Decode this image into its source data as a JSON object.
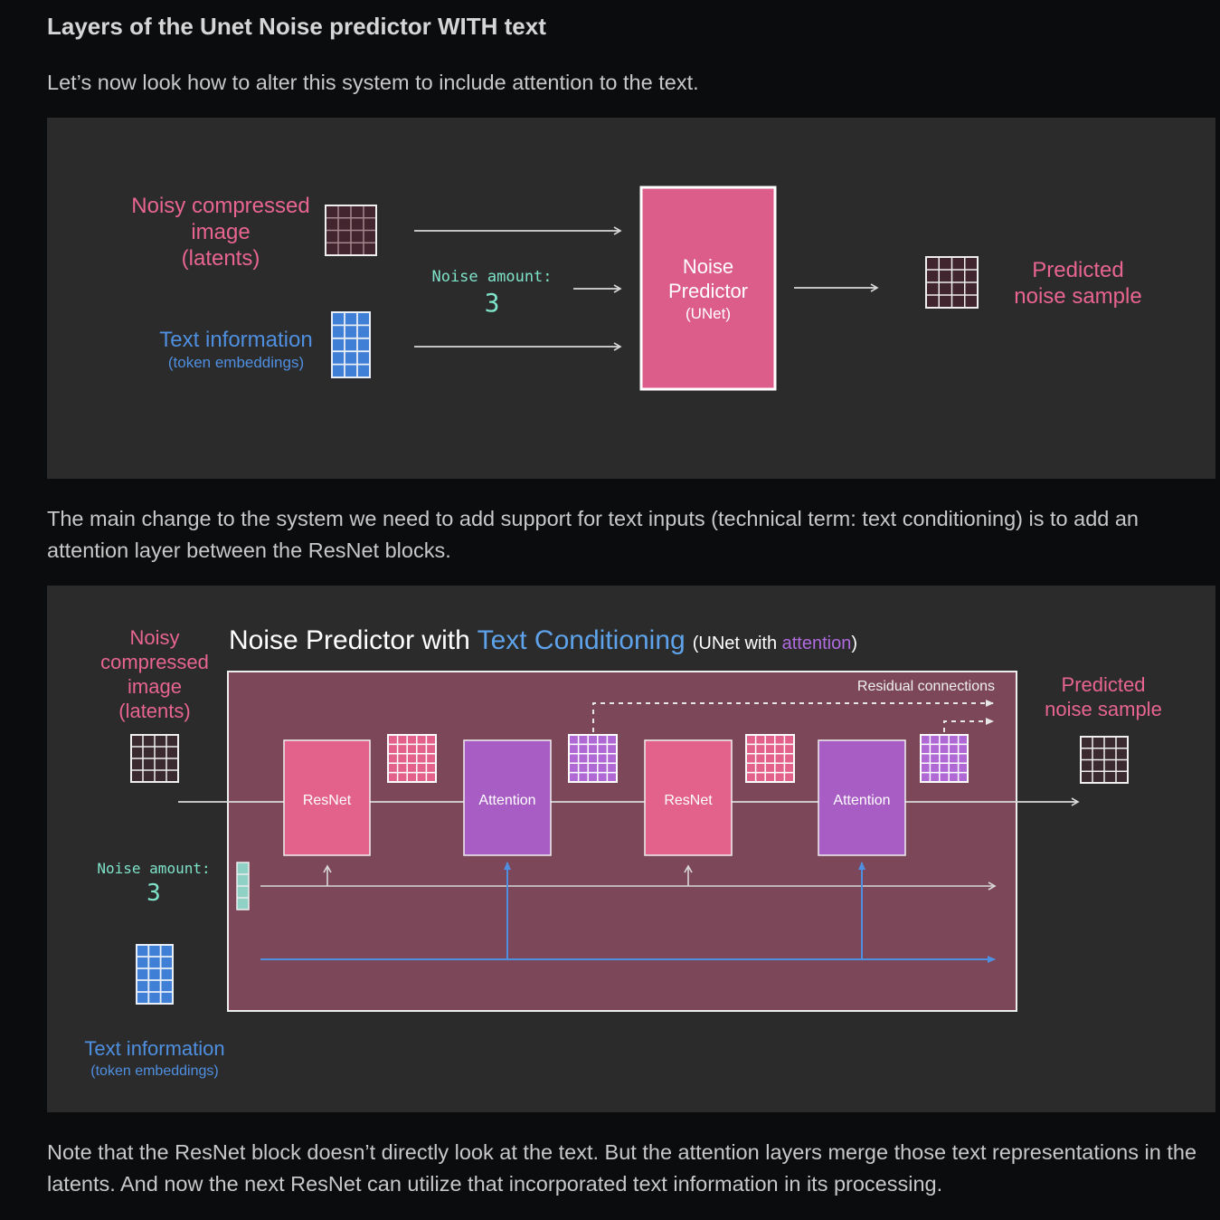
{
  "heading": "Layers of the Unet Noise predictor WITH text",
  "intro": "Let’s now look how to alter this system to include attention to the text.",
  "middle": "The main change to the system we need to add support for text inputs (technical term: text conditioning) is to add an attention layer between the ResNet blocks.",
  "closing": "Note that the ResNet block doesn’t directly look at the text. But the attention layers merge those text representations in the latents. And now the next ResNet can utilize that incorporated text information in its processing.",
  "diagram1": {
    "latents_label": [
      "Noisy compressed",
      "image",
      "(latents)"
    ],
    "text_label": "Text information",
    "text_sub": "(token embeddings)",
    "noise_label": "Noise amount:",
    "noise_value": "3",
    "predictor": [
      "Noise",
      "Predictor",
      "(UNet)"
    ],
    "output_label": [
      "Predicted",
      "noise sample"
    ]
  },
  "diagram2": {
    "title_main": "Noise Predictor with ",
    "title_highlight": "Text Conditioning",
    "title_sub_open": "(UNet with ",
    "title_sub_attention": "attention",
    "title_sub_close": ")",
    "latents_label": [
      "Noisy",
      "compressed",
      "image",
      "(latents)"
    ],
    "noise_label": "Noise amount:",
    "noise_value": "3",
    "text_label": "Text information",
    "text_sub": "(token embeddings)",
    "residual_label": "Residual connections",
    "blocks": [
      "ResNet",
      "Attention",
      "ResNet",
      "Attention"
    ],
    "output_label": [
      "Predicted",
      "noise sample"
    ]
  },
  "colors": {
    "pink": "#e8658f",
    "blue": "#4f8fdf",
    "purple": "#a963c8",
    "teal": "#7fe3c8",
    "unet_bg": "#7c4759"
  }
}
